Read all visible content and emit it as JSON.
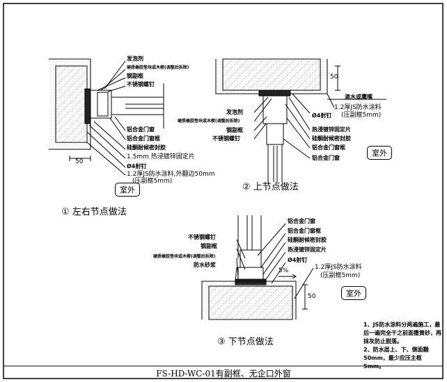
{
  "title": "FS-HD-WC-01有副框、无企口外窗",
  "outdoor": "室外",
  "dim50": "50",
  "left": {
    "caption": "① 左右节点做法",
    "labels": [
      "发泡剂",
      "硬质橡胶垫块或木楔(调整后拆除)",
      "钢副框",
      "不锈钢螺钉",
      "铝合金门窗",
      "铝合金门窗框",
      "硅酮耐候密封胶",
      "1.5mm 热浸镀锌固定片",
      "Ø4射钉",
      "1.2厚JS防水涂料,外翻边50mm",
      "(压副框5mm)"
    ]
  },
  "top": {
    "caption": "② 上节点做法",
    "left_labels": [
      "发泡剂",
      "硬质橡胶垫块或木楔(调整后拆除)",
      "钢副框",
      "不锈钢螺钉"
    ],
    "right_labels": [
      "滴水或鹰嘴",
      "1.2厚JS防水涂料",
      "Ø4射钉",
      "(压副框5mm)",
      "热浸镀锌固定片",
      "硅酮耐候密封胶",
      "铝合金门窗框",
      "铝合金门窗"
    ]
  },
  "bottom": {
    "caption": "③ 下节点做法",
    "left_labels": [
      "不锈钢螺钉",
      "钢副框",
      "硬质橡胶垫块或木楔(调整后拆除)",
      "防水砂浆"
    ],
    "right_labels": [
      "铝合金门窗",
      "铝合金门窗框",
      "硅酮耐候密封胶",
      "热浸镀锌固定片",
      "Ø4射钉"
    ],
    "slope": "5%",
    "coating": "1.2厚JS防水涂料",
    "coating2": "(压副框5mm)"
  },
  "notes": [
    "1、JS防水涂料分两遍施工，最后一遍完全干之前面撒黄砂，再抹灰防止脱落。",
    "2、防水层上、下、侧面翻50mm，最少应压主框5mm。"
  ]
}
